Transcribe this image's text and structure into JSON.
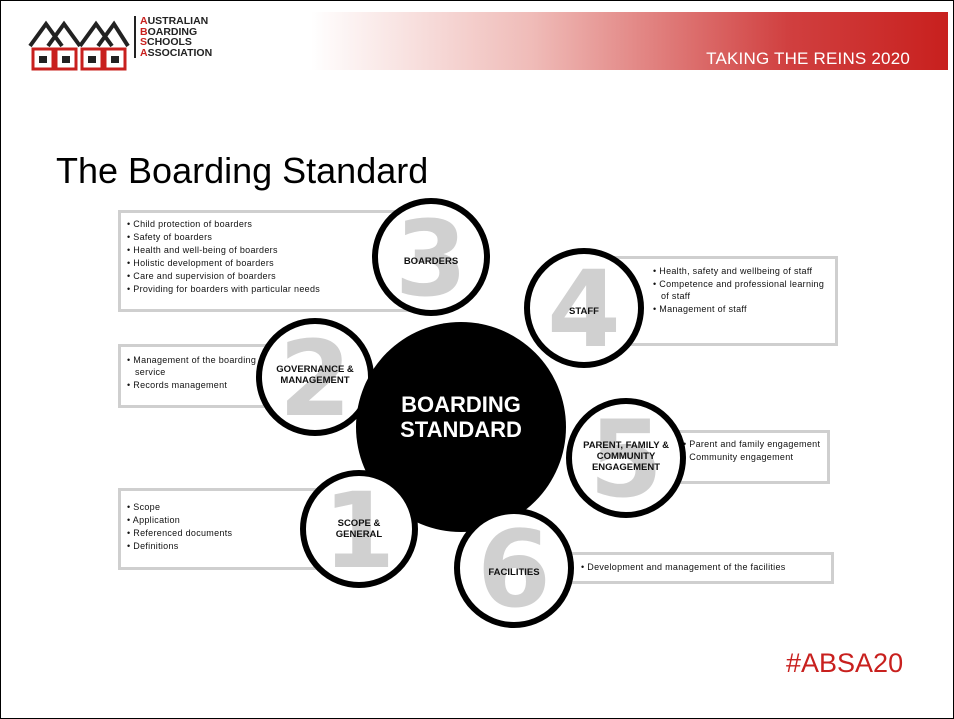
{
  "header": {
    "banner_title": "TAKING THE REINS 2020",
    "logo_lines": [
      {
        "cap": "A",
        "rest": "USTRALIAN"
      },
      {
        "cap": "B",
        "rest": "OARDING"
      },
      {
        "cap": "S",
        "rest": "CHOOLS"
      },
      {
        "cap": "A",
        "rest": "SSOCIATION"
      }
    ]
  },
  "slide_title": "The Boarding Standard",
  "hashtag": "#ABSA20",
  "diagram": {
    "center_line1": "BOARDING",
    "center_line2": "STANDARD",
    "standards": [
      {
        "num": "3",
        "label": "BOARDERS",
        "items": [
          "Child protection of boarders",
          "Safety of boarders",
          "Health and well-being of boarders",
          "Holistic development of boarders",
          "Care and supervision of boarders",
          "Providing for boarders with particular needs"
        ]
      },
      {
        "num": "4",
        "label": "STAFF",
        "items": [
          "Health, safety and wellbeing of staff",
          "Competence and professional learning of staff",
          "Management of staff"
        ]
      },
      {
        "num": "2",
        "label": "GOVERNANCE & MANAGEMENT",
        "items": [
          "Management of the boarding service",
          "Records management"
        ]
      },
      {
        "num": "5",
        "label": "PARENT, FAMILY & COMMUNITY ENGAGEMENT",
        "items": [
          "Parent and family engagement",
          "Community engagement"
        ]
      },
      {
        "num": "1",
        "label": "SCOPE & GENERAL",
        "items": [
          "Scope",
          "Application",
          "Referenced documents",
          "Definitions"
        ]
      },
      {
        "num": "6",
        "label": "FACILITIES",
        "items": [
          "Development and management of the facilities"
        ]
      }
    ]
  },
  "colors": {
    "accent": "#c8201e",
    "ring": "#000000",
    "box_border": "#cfcfcf",
    "ghost_number": "#d0d0d0"
  }
}
